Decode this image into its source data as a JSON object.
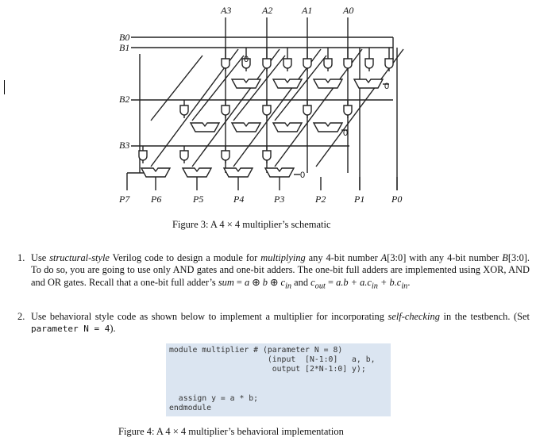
{
  "schematic": {
    "top_labels": [
      "A3",
      "A2",
      "A1",
      "A0"
    ],
    "side_labels": [
      "B0",
      "B1",
      "B2",
      "B3"
    ],
    "bottom_labels": [
      "P7",
      "P6",
      "P5",
      "P4",
      "P3",
      "P2",
      "P1",
      "P0"
    ],
    "zero_labels": [
      "0",
      "0",
      "0",
      "0"
    ]
  },
  "figure3": {
    "caption": "Figure 3: A 4 × 4 multiplier’s schematic"
  },
  "task1": {
    "number": "1.",
    "p1": "Use ",
    "em1": "structural-style",
    "p2": " Verilog code to design a module for ",
    "em2": "multiplying",
    "p3": " any 4-bit number ",
    "em3": "A",
    "p4": "[3:0] with any 4-bit number ",
    "em4": "B",
    "p5": "[3:0]. To do so, you are going to use only AND gates and one-bit adders. The one-bit full adders are implemented using XOR, AND and OR gates. Recall that a one-bit full adder’s ",
    "em5": "sum",
    "p6": " = ",
    "em6": "a",
    "p7": " ⊕ ",
    "em7": "b",
    "p8": " ⊕ ",
    "em8": "c",
    "sub1": "in",
    "p9": " and ",
    "em9": "c",
    "sub2": "out",
    "p10": " = ",
    "em10": "a.b + a.c",
    "sub3": "in",
    "em11": " + b.c",
    "sub4": "in",
    "p11": "."
  },
  "task2": {
    "number": "2.",
    "p1": "Use behavioral style code as shown below to implement a multiplier for incorporating ",
    "em1": "self-checking",
    "p2": " in the testbench. (Set ",
    "code1": "parameter N = 4",
    "p3": ")."
  },
  "code": {
    "lines": [
      "module multiplier # (parameter N = 8)",
      "                     (input  [N-1:0]   a, b,",
      "                      output [2*N-1:0] y);",
      "",
      "",
      "  assign y = a * b;",
      "endmodule"
    ]
  },
  "figure4": {
    "caption": "Figure 4: A 4 × 4 multiplier’s behavioral implementation"
  }
}
